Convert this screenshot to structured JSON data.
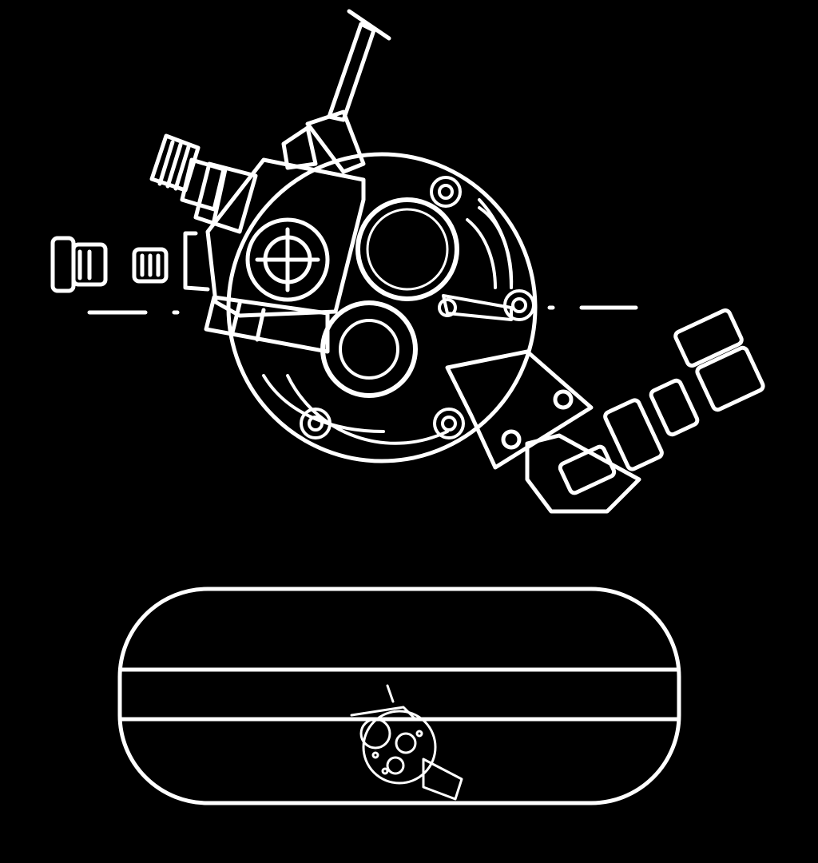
{
  "figure": {
    "kind": "technical line drawing",
    "background_color": "#000000",
    "line_color": "#ffffff",
    "parts": {
      "main_view": "regulator-assembly-top-view",
      "lower_view": "cylindrical-tank-with-mounted-regulator"
    },
    "text_labels": []
  }
}
